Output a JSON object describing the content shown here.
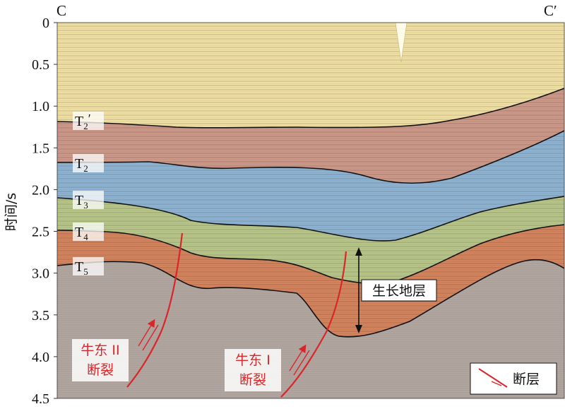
{
  "section": {
    "left_label": "C",
    "right_label": "C′",
    "y_axis_label": "时间/s",
    "y_ticks": [
      "0",
      "0.5",
      "1.0",
      "1.5",
      "2.0",
      "2.5",
      "3.0",
      "3.5",
      "4.0",
      "4.5"
    ],
    "time_range_s": [
      0,
      4.5
    ]
  },
  "horizons": [
    {
      "base": "T",
      "sub": "2",
      "prime": "′"
    },
    {
      "base": "T",
      "sub": "2",
      "prime": ""
    },
    {
      "base": "T",
      "sub": "3",
      "prime": ""
    },
    {
      "base": "T",
      "sub": "4",
      "prime": ""
    },
    {
      "base": "T",
      "sub": "5",
      "prime": ""
    }
  ],
  "annotations": {
    "growth_strata": "生长地层",
    "fault_2_line1": "牛东 II",
    "fault_2_line2": "断裂",
    "fault_1_line1": "牛东 I",
    "fault_1_line2": "断裂"
  },
  "legend": {
    "label": "断层"
  },
  "colors": {
    "layer_top": "#f3e3a6",
    "layer_t2prime_t2": "#cf9a8a",
    "layer_t2_t3": "#8fb5d6",
    "layer_t3_t4": "#b9c88a",
    "layer_t4_t5": "#d6855e",
    "layer_basement": "#b3a7a2",
    "horizon_line": "#111111",
    "fault_line": "#d9262a"
  }
}
